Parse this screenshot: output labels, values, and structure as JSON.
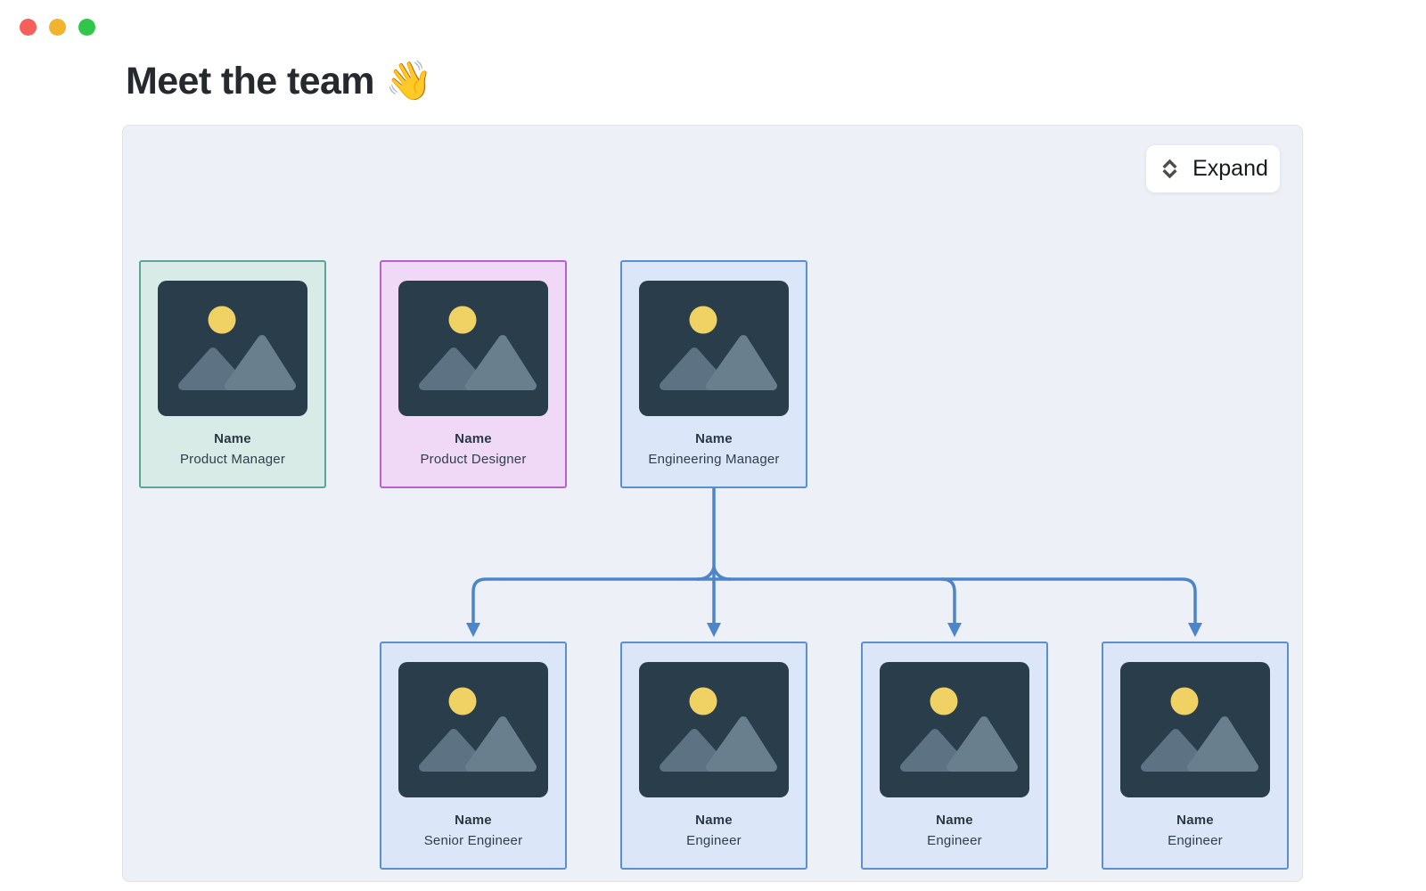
{
  "window": {
    "traffic_lights": [
      "close",
      "minimize",
      "zoom"
    ]
  },
  "page": {
    "title": "Meet the team",
    "title_emoji": "👋"
  },
  "toolbar": {
    "expand_label": "Expand"
  },
  "org_chart": {
    "top_row": [
      {
        "name": "Name",
        "role": "Product Manager",
        "theme": "green"
      },
      {
        "name": "Name",
        "role": "Product Designer",
        "theme": "purple"
      },
      {
        "name": "Name",
        "role": "Engineering Manager",
        "theme": "blue"
      }
    ],
    "bottom_row": [
      {
        "name": "Name",
        "role": "Senior Engineer",
        "theme": "blue"
      },
      {
        "name": "Name",
        "role": "Engineer",
        "theme": "blue"
      },
      {
        "name": "Name",
        "role": "Engineer",
        "theme": "blue"
      },
      {
        "name": "Name",
        "role": "Engineer",
        "theme": "blue"
      }
    ],
    "reporting": "Engineering Manager manages Senior Engineer and three Engineers"
  },
  "colors": {
    "panel_bg": "#edf1f7",
    "card_green_bg": "#d9ebe7",
    "card_green_border": "#5ba597",
    "card_purple_bg": "#f0d9f6",
    "card_purple_border": "#b95fd0",
    "card_blue_bg": "#dbe7f8",
    "card_blue_border": "#5b8fd3",
    "placeholder_bg": "#2a3d4b",
    "placeholder_sun": "#f0d264",
    "placeholder_mountain_left": "#5d7282",
    "placeholder_mountain_right": "#6a7f8e",
    "connector": "#4d85ca",
    "traffic_red": "#f5605b",
    "traffic_yellow": "#f2b32d",
    "traffic_green": "#30c64a"
  }
}
